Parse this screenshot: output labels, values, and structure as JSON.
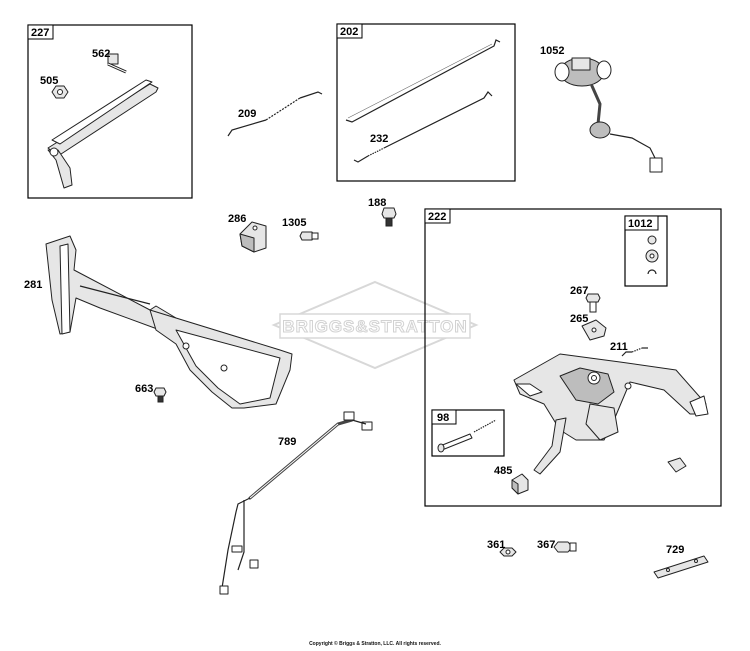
{
  "watermark": "BRIGGS&STRATTON",
  "copyright": "Copyright © Briggs & Stratton, LLC. All rights reserved.",
  "groups": {
    "g227": "227",
    "g202": "202",
    "g222": "222",
    "g1012": "1012",
    "g98": "98"
  },
  "parts": {
    "p562": "562",
    "p505": "505",
    "p209": "209",
    "p232": "232",
    "p1052": "1052",
    "p188": "188",
    "p286": "286",
    "p1305": "1305",
    "p281": "281",
    "p663": "663",
    "p789": "789",
    "p267": "267",
    "p265": "265",
    "p211": "211",
    "p485": "485",
    "p361": "361",
    "p367": "367",
    "p729": "729"
  }
}
